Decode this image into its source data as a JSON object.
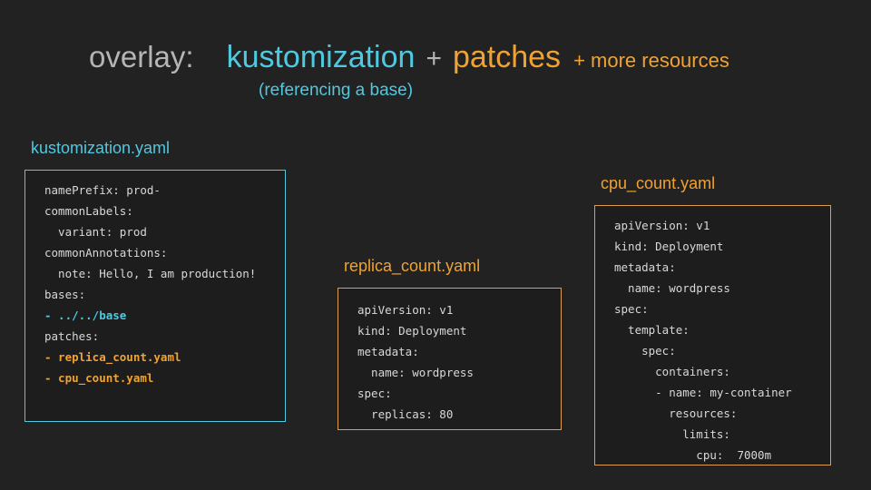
{
  "title": {
    "overlay": "overlay:",
    "kustomization": "kustomization",
    "plus1": "+",
    "patches": "patches",
    "plus_more": "+ more resources",
    "subtitle": "(referencing a base)"
  },
  "colors": {
    "background": "#222222",
    "panel_background": "#1d1d1d",
    "title_gray": "#b5b5b5",
    "cyan_accent": "#4fc9e0",
    "orange_accent": "#f0a232",
    "orange_border": "#df9d50",
    "code_text": "#d8d8d8"
  },
  "panels": [
    {
      "label": "kustomization.yaml",
      "accent": "cyan",
      "lines": [
        {
          "text": "namePrefix: prod-",
          "style": "plain"
        },
        {
          "text": "commonLabels:",
          "style": "plain"
        },
        {
          "text": "  variant: prod",
          "style": "plain"
        },
        {
          "text": "commonAnnotations:",
          "style": "plain"
        },
        {
          "text": "  note: Hello, I am production!",
          "style": "plain"
        },
        {
          "text": "bases:",
          "style": "plain"
        },
        {
          "text": "- ../../base",
          "style": "cyan-bold"
        },
        {
          "text": "patches:",
          "style": "plain"
        },
        {
          "text": "- replica_count.yaml",
          "style": "orange-bold"
        },
        {
          "text": "- cpu_count.yaml",
          "style": "orange-bold"
        }
      ]
    },
    {
      "label": "replica_count.yaml",
      "accent": "orange",
      "lines": [
        {
          "text": "apiVersion: v1",
          "style": "plain"
        },
        {
          "text": "kind: Deployment",
          "style": "plain"
        },
        {
          "text": "metadata:",
          "style": "plain"
        },
        {
          "text": "  name: wordpress",
          "style": "plain"
        },
        {
          "text": "spec:",
          "style": "plain"
        },
        {
          "text": "  replicas: 80",
          "style": "plain"
        }
      ]
    },
    {
      "label": "cpu_count.yaml",
      "accent": "orange",
      "lines": [
        {
          "text": "apiVersion: v1",
          "style": "plain"
        },
        {
          "text": "kind: Deployment",
          "style": "plain"
        },
        {
          "text": "metadata:",
          "style": "plain"
        },
        {
          "text": "  name: wordpress",
          "style": "plain"
        },
        {
          "text": "spec:",
          "style": "plain"
        },
        {
          "text": "  template:",
          "style": "plain"
        },
        {
          "text": "    spec:",
          "style": "plain"
        },
        {
          "text": "      containers:",
          "style": "plain"
        },
        {
          "text": "      - name: my-container",
          "style": "plain"
        },
        {
          "text": "        resources:",
          "style": "plain"
        },
        {
          "text": "          limits:",
          "style": "plain"
        },
        {
          "text": "            cpu:  7000m",
          "style": "plain"
        }
      ]
    }
  ]
}
